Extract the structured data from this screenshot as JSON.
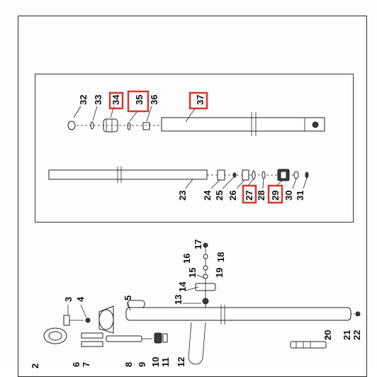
{
  "upper_assembly": {
    "callouts_top": [
      {
        "label": "32",
        "highlighted": false
      },
      {
        "label": "33",
        "highlighted": false
      },
      {
        "label": "34",
        "highlighted": true
      },
      {
        "label": "35",
        "highlighted": true
      },
      {
        "label": "36",
        "highlighted": false
      },
      {
        "label": "37",
        "highlighted": true
      }
    ],
    "callouts_bottom": [
      {
        "label": "23",
        "highlighted": false
      },
      {
        "label": "24",
        "highlighted": false
      },
      {
        "label": "25",
        "highlighted": false
      },
      {
        "label": "26",
        "highlighted": false
      },
      {
        "label": "27",
        "highlighted": true
      },
      {
        "label": "28",
        "highlighted": false
      },
      {
        "label": "29",
        "highlighted": true
      },
      {
        "label": "30",
        "highlighted": false
      },
      {
        "label": "31",
        "highlighted": false
      }
    ]
  },
  "lower_assembly": {
    "callouts": [
      {
        "label": "2"
      },
      {
        "label": "3"
      },
      {
        "label": "4"
      },
      {
        "label": "5"
      },
      {
        "label": "6"
      },
      {
        "label": "7"
      },
      {
        "label": "8"
      },
      {
        "label": "9"
      },
      {
        "label": "10"
      },
      {
        "label": "11"
      },
      {
        "label": "12"
      },
      {
        "label": "13"
      },
      {
        "label": "14"
      },
      {
        "label": "15"
      },
      {
        "label": "16"
      },
      {
        "label": "17"
      },
      {
        "label": "18"
      },
      {
        "label": "19"
      },
      {
        "label": "20"
      },
      {
        "label": "21"
      },
      {
        "label": "22"
      }
    ]
  },
  "colors": {
    "highlight": "#d9362b",
    "line": "#222222"
  }
}
